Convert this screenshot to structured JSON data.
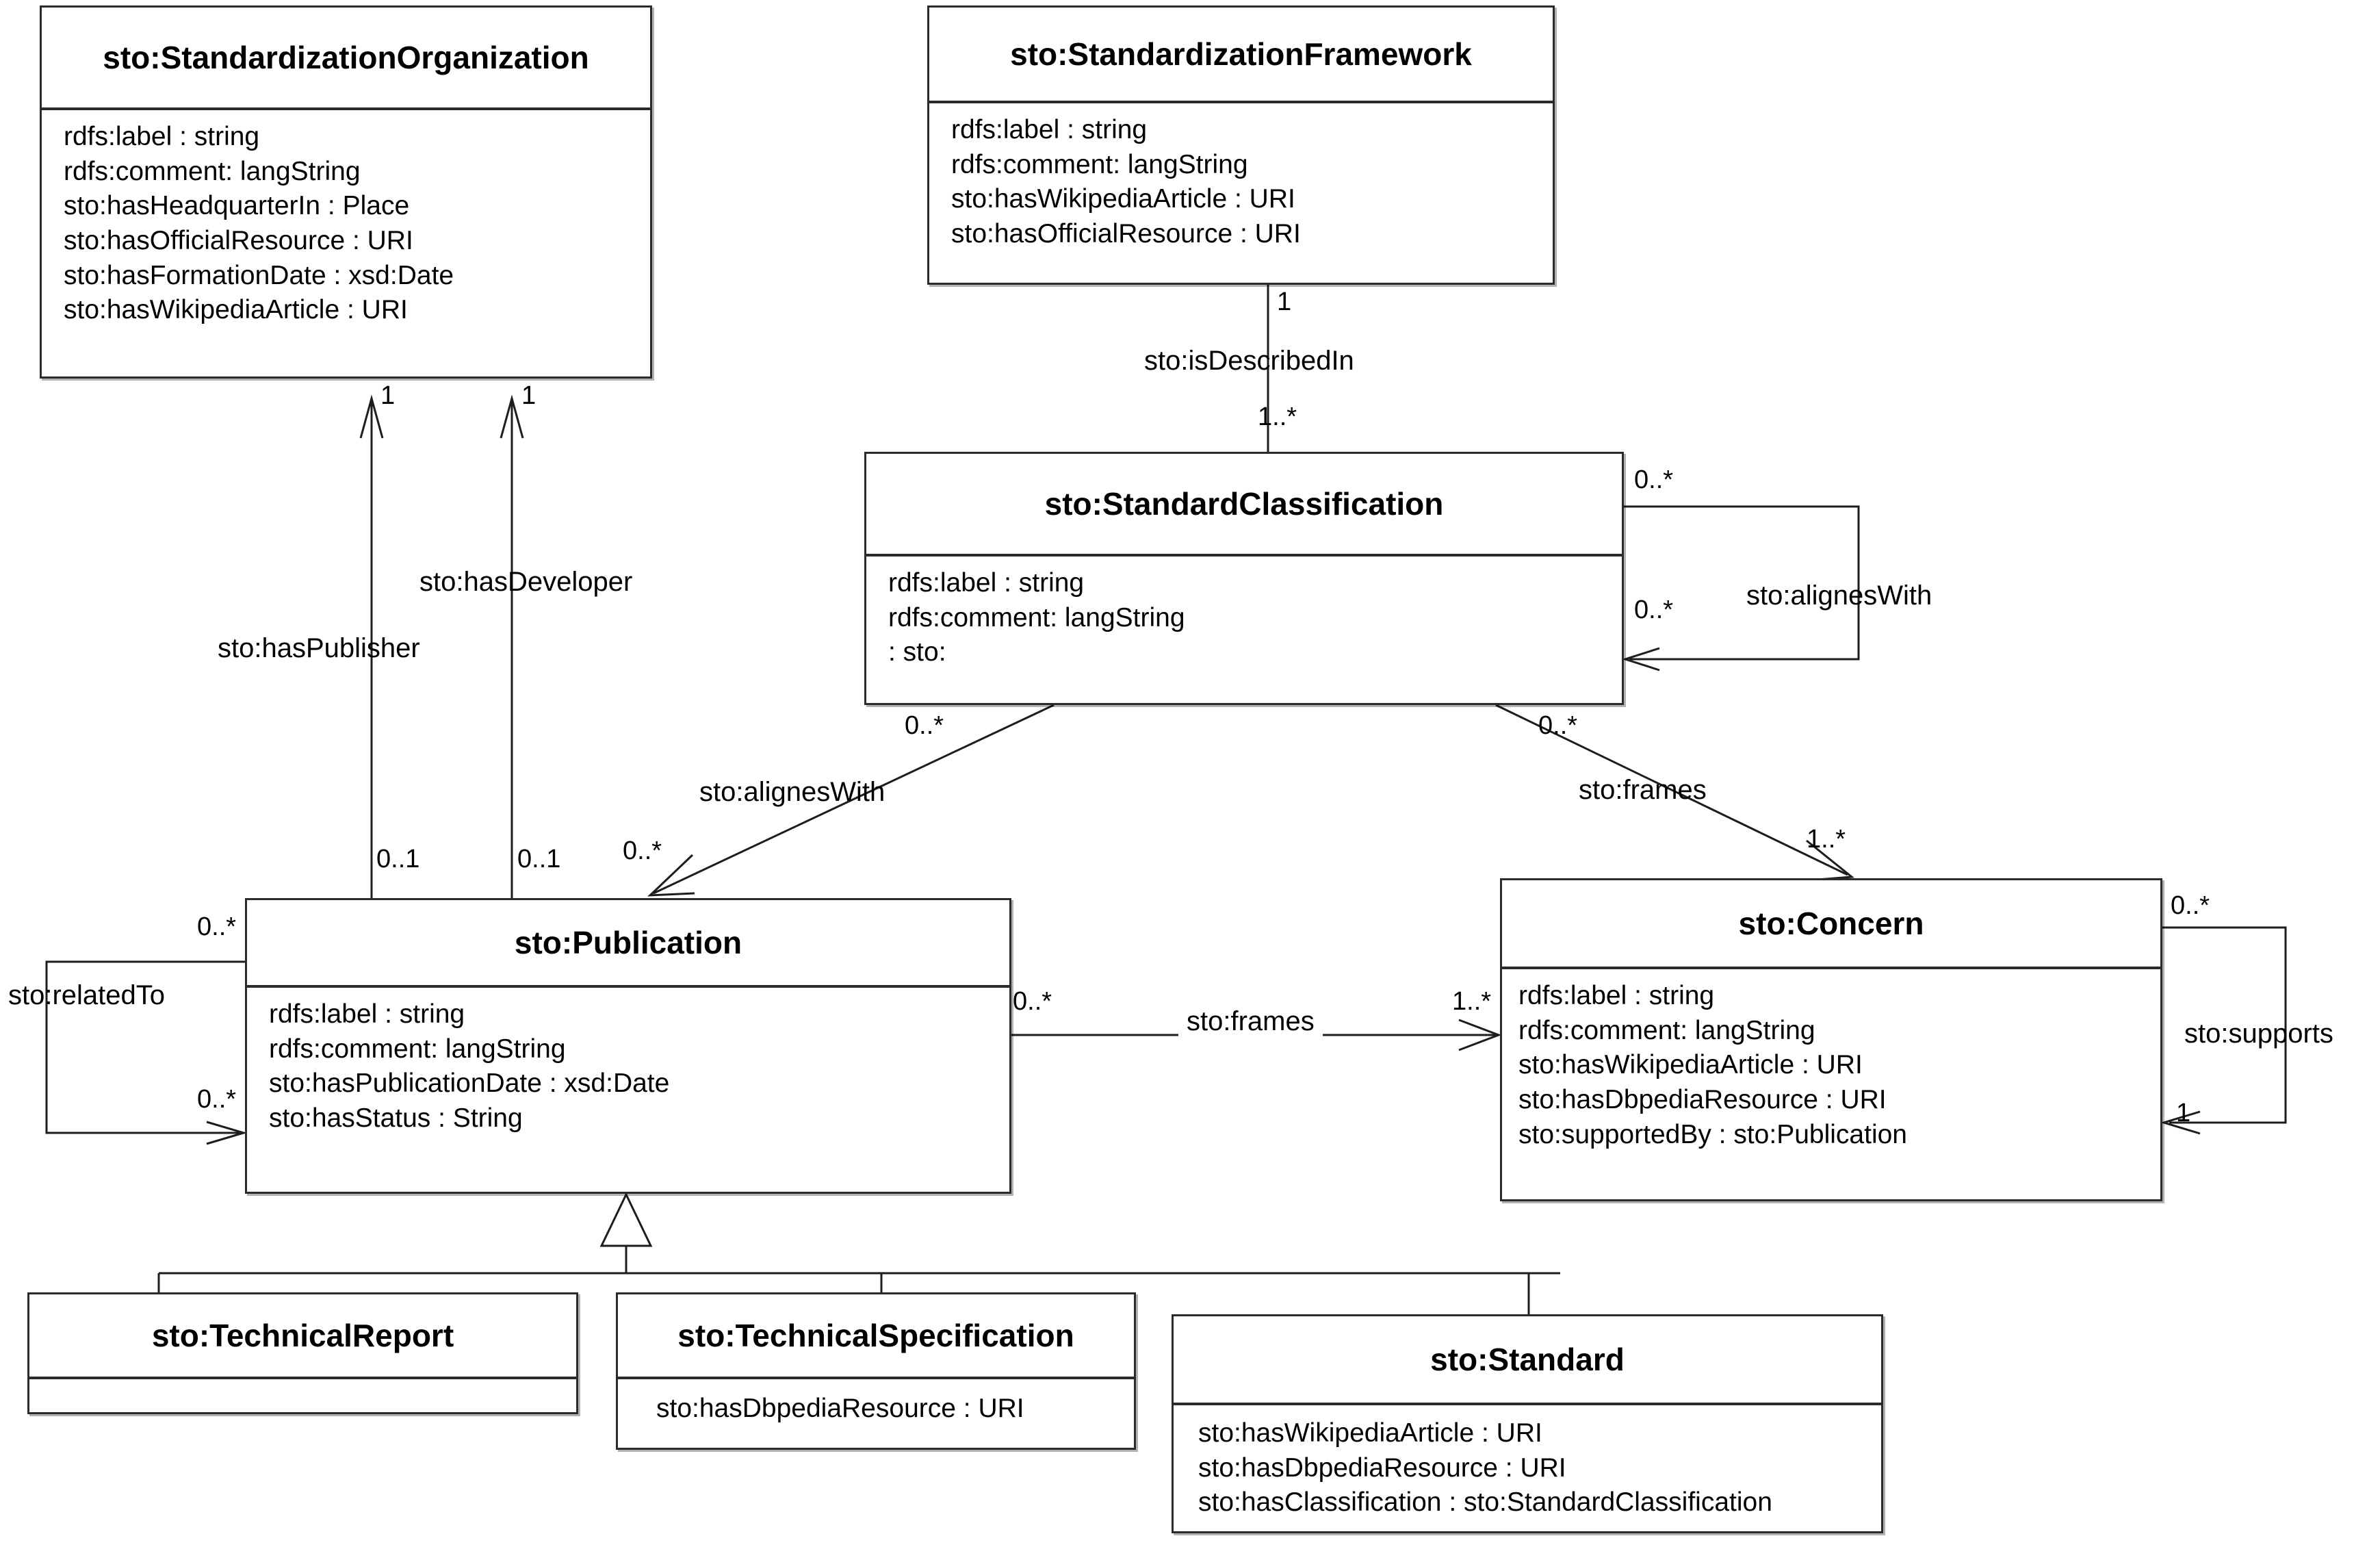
{
  "diagram": {
    "title": "STO Ontology UML Class Diagram",
    "stroke_color": "#2b2b2b",
    "text_color": "#000000",
    "background": "#ffffff"
  },
  "classes": [
    {
      "id": "standardization-organization",
      "name": "sto:StandardizationOrganization",
      "attributes": [
        "rdfs:label : string",
        "rdfs:comment: langString",
        "sto:hasHeadquarterIn : Place",
        "sto:hasOfficialResource : URI",
        "sto:hasFormationDate : xsd:Date",
        "sto:hasWikipediaArticle : URI"
      ]
    },
    {
      "id": "standardization-framework",
      "name": "sto:StandardizationFramework",
      "attributes": [
        "rdfs:label : string",
        "rdfs:comment: langString",
        "sto:hasWikipediaArticle : URI",
        "sto:hasOfficialResource : URI"
      ]
    },
    {
      "id": "standard-classification",
      "name": "sto:StandardClassification",
      "attributes": [
        "rdfs:label : string",
        "rdfs:comment: langString",
        " : sto:"
      ]
    },
    {
      "id": "publication",
      "name": "sto:Publication",
      "attributes": [
        "rdfs:label : string",
        "rdfs:comment: langString",
        "sto:hasPublicationDate : xsd:Date",
        "sto:hasStatus : String"
      ]
    },
    {
      "id": "concern",
      "name": "sto:Concern",
      "attributes": [
        "rdfs:label : string",
        "rdfs:comment: langString",
        "sto:hasWikipediaArticle : URI",
        "sto:hasDbpediaResource : URI",
        "sto:supportedBy : sto:Publication"
      ]
    },
    {
      "id": "technical-report",
      "name": "sto:TechnicalReport",
      "attributes": []
    },
    {
      "id": "technical-specification",
      "name": "sto:TechnicalSpecification",
      "attributes": [
        "sto:hasDbpediaResource : URI"
      ]
    },
    {
      "id": "standard",
      "name": "sto:Standard",
      "attributes": [
        "sto:hasWikipediaArticle : URI",
        "sto:hasDbpediaResource : URI",
        "sto:hasClassification : sto:StandardClassification"
      ]
    }
  ],
  "relations": [
    {
      "id": "has-publisher",
      "label": "sto:hasPublisher",
      "source": "publication",
      "target": "standardization-organization",
      "source_mult": "0..1",
      "target_mult": "1"
    },
    {
      "id": "has-developer",
      "label": "sto:hasDeveloper",
      "source": "publication",
      "target": "standardization-organization",
      "source_mult": "0..1",
      "target_mult": "1"
    },
    {
      "id": "is-described-in",
      "label": "sto:isDescribedIn",
      "source": "standard-classification",
      "target": "standardization-framework",
      "source_mult": "1..*",
      "target_mult": "1"
    },
    {
      "id": "classification-alignes-with-self",
      "label": "sto:alignesWith",
      "source": "standard-classification",
      "target": "standard-classification",
      "source_mult": "0..*",
      "target_mult": "0..*"
    },
    {
      "id": "classification-alignes-with-publication",
      "label": "sto:alignesWith",
      "source": "standard-classification",
      "target": "publication",
      "source_mult": "0..*",
      "target_mult": "0..*"
    },
    {
      "id": "classification-frames-concern",
      "label": "sto:frames",
      "source": "standard-classification",
      "target": "concern",
      "source_mult": "0..*",
      "target_mult": "1..*"
    },
    {
      "id": "publication-related-to-self",
      "label": "sto:relatedTo",
      "source": "publication",
      "target": "publication",
      "source_mult": "0..*",
      "target_mult": "0..*"
    },
    {
      "id": "publication-frames-concern",
      "label": "sto:frames",
      "source": "publication",
      "target": "concern",
      "source_mult": "0..*",
      "target_mult": "1..*"
    },
    {
      "id": "concern-supports-self",
      "label": "sto:supports",
      "source": "concern",
      "target": "concern",
      "source_mult": "0..*",
      "target_mult": "1"
    }
  ],
  "generalizations": [
    {
      "id": "gen-technical-report",
      "subclass": "technical-report",
      "superclass": "publication"
    },
    {
      "id": "gen-technical-specification",
      "subclass": "technical-specification",
      "superclass": "publication"
    },
    {
      "id": "gen-standard",
      "subclass": "standard",
      "superclass": "publication"
    }
  ],
  "multiplicities": {
    "org_publisher_top": "1",
    "org_developer_top": "1",
    "pub_publisher_bottom": "0..1",
    "pub_developer_bottom": "0..1",
    "framework_top": "1",
    "classification_isdescribed_bottom": "1..*",
    "classification_self_top": "0..*",
    "classification_self_bottom": "0..*",
    "classification_alignes_src": "0..*",
    "publication_alignes_dst": "0..*",
    "classification_frames_src": "0..*",
    "concern_frames_dst": "1..*",
    "publication_relatedto_top": "0..*",
    "publication_relatedto_bottom": "0..*",
    "publication_frames_src": "0..*",
    "concern_frames_mid_dst": "1..*",
    "concern_supports_top": "0..*",
    "concern_supports_bottom": "1"
  }
}
